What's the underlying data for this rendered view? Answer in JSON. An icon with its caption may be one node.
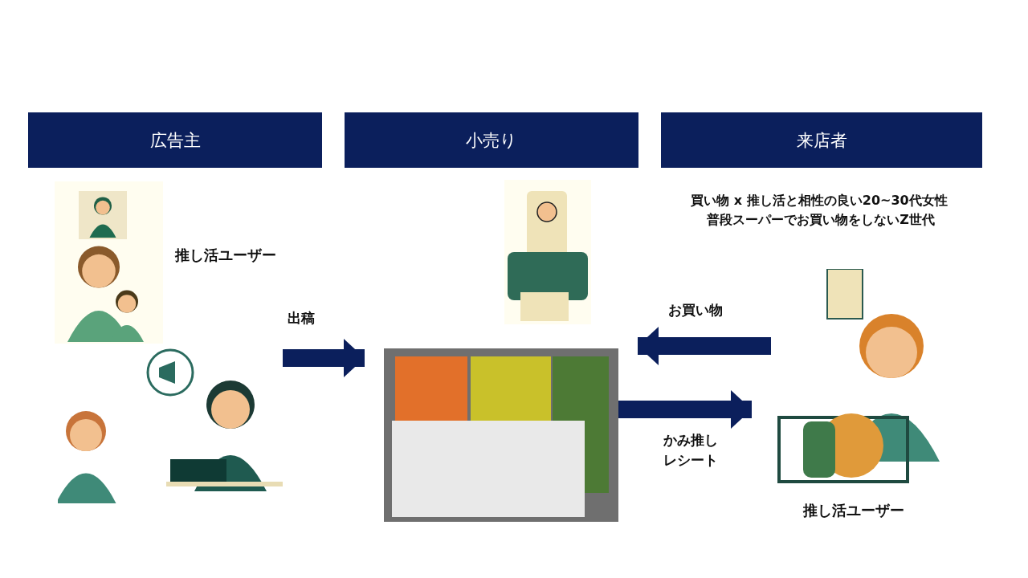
{
  "diagram": {
    "nodes": [
      {
        "text": [
          "広告主"
        ]
      },
      {
        "text": [
          "小売り"
        ]
      },
      {
        "text": [
          "来店者"
        ]
      },
      {
        "text": [],
        "shape": "picture",
        "beside": [
          "推し活ユーザー"
        ]
      },
      {
        "text": [],
        "shape": "picture"
      },
      {
        "text": [],
        "shape": "picture"
      },
      {
        "text": [],
        "shape": "picture"
      },
      {
        "text": [],
        "shape": "picture",
        "beside": [
          "推し活ユーザー"
        ]
      }
    ],
    "edges": [
      {
        "from": 4,
        "to": 6,
        "arrow": "to",
        "label": "出稿"
      },
      {
        "from": 7,
        "to": 6,
        "arrow": "to",
        "label": "お買い物"
      },
      {
        "from": 6,
        "to": 7,
        "arrow": "to",
        "label": "かみ推しレシート"
      }
    ],
    "labels": [
      "買い物 x 推し活と相性の良い20~30代女性",
      "普段スーパーでお買い物をしないZ世代"
    ]
  }
}
